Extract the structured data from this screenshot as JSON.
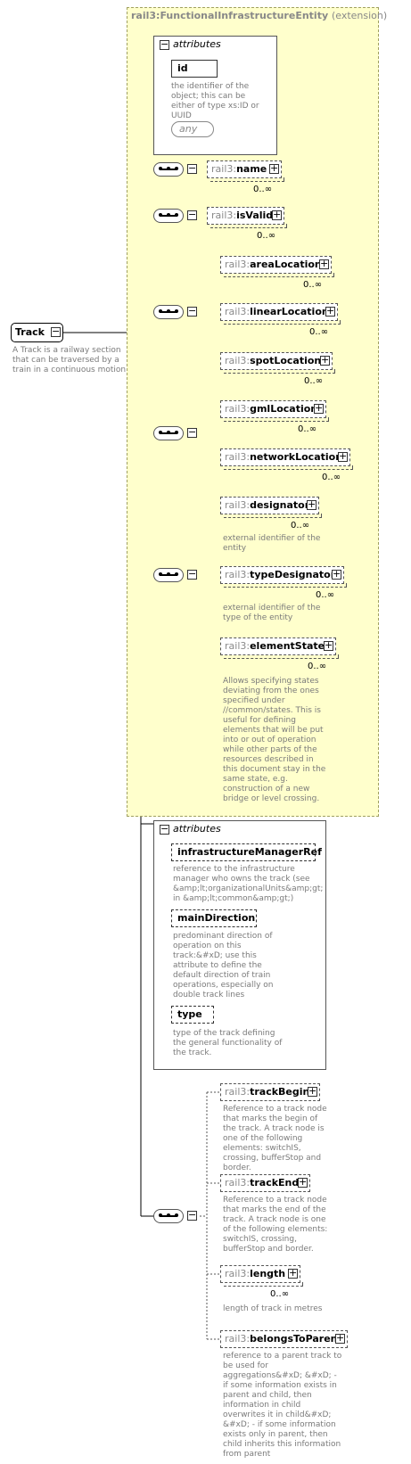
{
  "root": {
    "prefix": "",
    "name": "Track",
    "description": "A Track is a railway section that can be traversed by a train in a continuous motion."
  },
  "extension": {
    "title": "rail3:FunctionalInfrastructureEntity",
    "tag": "(extension)",
    "attributes_label": "attributes",
    "attributes": [
      {
        "name": "id",
        "description": "the identifier of the object; this can be either of type xs:ID or UUID"
      }
    ],
    "any_label": "any",
    "groups": [
      {
        "elements": [
          {
            "prefix": "rail3:",
            "name": "name",
            "card": "0..∞",
            "desc": ""
          }
        ]
      },
      {
        "elements": [
          {
            "prefix": "rail3:",
            "name": "isValid",
            "card": "0..∞",
            "desc": ""
          }
        ]
      },
      {
        "elements": [
          {
            "prefix": "rail3:",
            "name": "areaLocation",
            "card": "0..∞",
            "desc": ""
          },
          {
            "prefix": "rail3:",
            "name": "linearLocation",
            "card": "0..∞",
            "desc": ""
          },
          {
            "prefix": "rail3:",
            "name": "spotLocation",
            "card": "0..∞",
            "desc": ""
          }
        ]
      },
      {
        "elements": [
          {
            "prefix": "rail3:",
            "name": "gmlLocation",
            "card": "0..∞",
            "desc": ""
          },
          {
            "prefix": "rail3:",
            "name": "networkLocation",
            "card": "0..∞",
            "desc": ""
          }
        ]
      },
      {
        "elements": [
          {
            "prefix": "rail3:",
            "name": "designator",
            "card": "0..∞",
            "desc": "external identifier of the entity"
          },
          {
            "prefix": "rail3:",
            "name": "typeDesignator",
            "card": "0..∞",
            "desc": "external identifier of the type of the entity"
          },
          {
            "prefix": "rail3:",
            "name": "elementState",
            "card": "0..∞",
            "desc": "Allows specifying states deviating from the ones specified under //common/states. This is useful for defining elements that will be put into or out of operation while other parts of the resources described in this document stay in the same state, e.g. construction of a new bridge or level crossing."
          }
        ]
      }
    ]
  },
  "track_attributes": {
    "label": "attributes",
    "items": [
      {
        "name": "infrastructureManagerRef",
        "desc": "reference to the infrastructure manager who owns the track (see &amp;lt;organizationalUnits&amp;gt; in &amp;lt;common&amp;gt;)"
      },
      {
        "name": "mainDirection",
        "desc": "predominant direction of operation on this track:&#xD; use this attribute to define the default direction of train operations, especially on double track lines"
      },
      {
        "name": "type",
        "desc": "type of the track defining the general functionality of the track."
      }
    ]
  },
  "track_sequence": {
    "elements": [
      {
        "prefix": "rail3:",
        "name": "trackBegin",
        "card": "",
        "desc": "Reference to a track node that marks the begin of the track. A track node is one of the following elements: switchIS, crossing, bufferStop and border."
      },
      {
        "prefix": "rail3:",
        "name": "trackEnd",
        "card": "",
        "desc": "Reference to a track node that marks the end of the track. A track node is one of the following elements: switchIS, crossing, bufferStop and border."
      },
      {
        "prefix": "rail3:",
        "name": "length",
        "card": "0..∞",
        "desc": "length of track in metres"
      },
      {
        "prefix": "rail3:",
        "name": "belongsToParent",
        "card": "",
        "desc": "reference to a parent track to be used for aggregations&#xD; &#xD; - if some information exists in parent and child, then information in child overwrites it in child&#xD; &#xD; - if some information exists only in parent, then child inherits this information from parent"
      }
    ]
  }
}
